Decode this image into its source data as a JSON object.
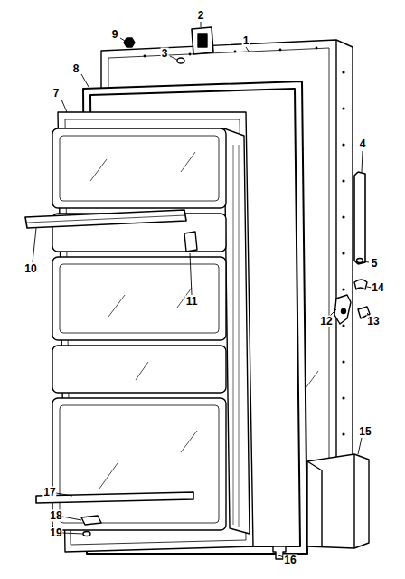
{
  "diagram": {
    "labels": [
      "2",
      "9",
      "3",
      "1",
      "8",
      "7",
      "4",
      "10",
      "11",
      "5",
      "14",
      "12",
      "13",
      "15",
      "17",
      "18",
      "19",
      "16"
    ]
  }
}
